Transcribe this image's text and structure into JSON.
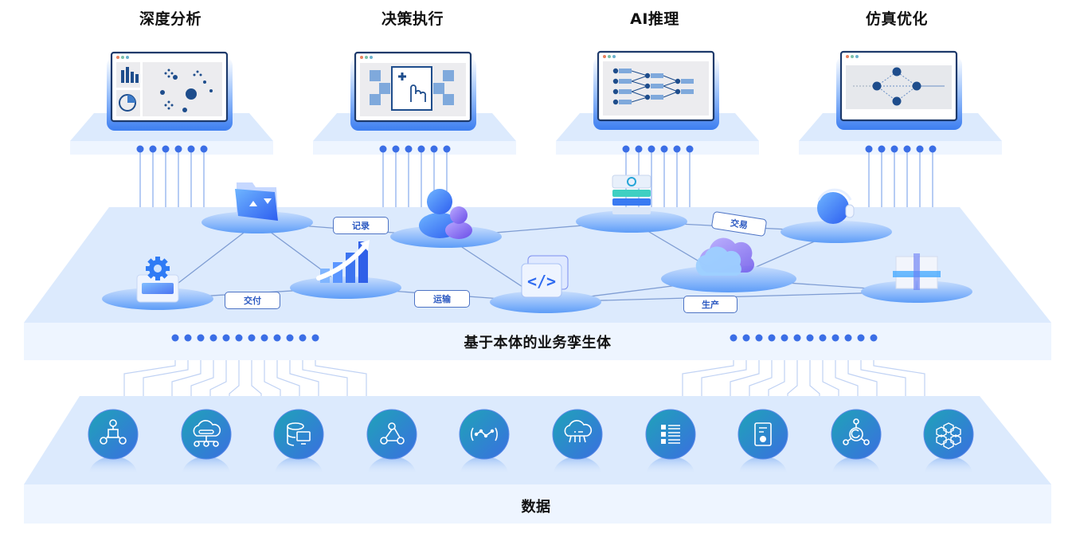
{
  "diagram": {
    "title": "基于本体的业务孪生体 architecture",
    "colors": {
      "platform_top": "#dceafd",
      "platform_front": "#eef5ff",
      "dot": "#3b6ee6",
      "line": "#b9cdf3",
      "edge": "#7f9dd3",
      "pill_border": "#4d73c4",
      "pill_text": "#2e5bc2",
      "circle_from": "#1fa3b8",
      "circle_to": "#3a6fe0",
      "monitor_frame": "#1d3a6b"
    },
    "capabilities": [
      {
        "id": "deep-analysis",
        "label": "深度分析",
        "screen_icon": "chart-analysis-icon"
      },
      {
        "id": "decision-execution",
        "label": "决策执行",
        "screen_icon": "click-execute-icon"
      },
      {
        "id": "ai-reasoning",
        "label": "AI推理",
        "screen_icon": "neural-network-icon"
      },
      {
        "id": "simulation-optimization",
        "label": "仿真优化",
        "screen_icon": "flow-graph-icon"
      }
    ],
    "twin_layer": {
      "label": "基于本体的业务孪生体",
      "nodes": [
        {
          "id": "config",
          "icon": "gear-box-icon"
        },
        {
          "id": "folder",
          "icon": "folder-transfer-icon"
        },
        {
          "id": "growth",
          "icon": "bar-growth-icon"
        },
        {
          "id": "user",
          "icon": "users-icon"
        },
        {
          "id": "code",
          "icon": "code-icon"
        },
        {
          "id": "storage",
          "icon": "database-stack-icon"
        },
        {
          "id": "cloud",
          "icon": "cloud-icon"
        },
        {
          "id": "support",
          "icon": "headset-icon"
        },
        {
          "id": "blocks",
          "icon": "cubes-icon"
        }
      ],
      "relations": [
        {
          "label": "记录",
          "from": "folder",
          "to": "user"
        },
        {
          "label": "交付",
          "from": "config",
          "to": "growth"
        },
        {
          "label": "运输",
          "from": "growth",
          "to": "code"
        },
        {
          "label": "交易",
          "from": "storage",
          "to": "support"
        },
        {
          "label": "生产",
          "from": "code",
          "to": "blocks"
        }
      ]
    },
    "data_layer": {
      "label": "数据",
      "sources": [
        {
          "icon": "hexagon-network-icon"
        },
        {
          "icon": "cloud-network-icon"
        },
        {
          "icon": "database-monitor-icon"
        },
        {
          "icon": "webhook-icon"
        },
        {
          "icon": "data-flow-icon"
        },
        {
          "icon": "cloud-server-icon"
        },
        {
          "icon": "list-icon"
        },
        {
          "icon": "document-settings-icon"
        },
        {
          "icon": "sync-hub-icon"
        },
        {
          "icon": "cube-cluster-icon"
        }
      ]
    }
  }
}
